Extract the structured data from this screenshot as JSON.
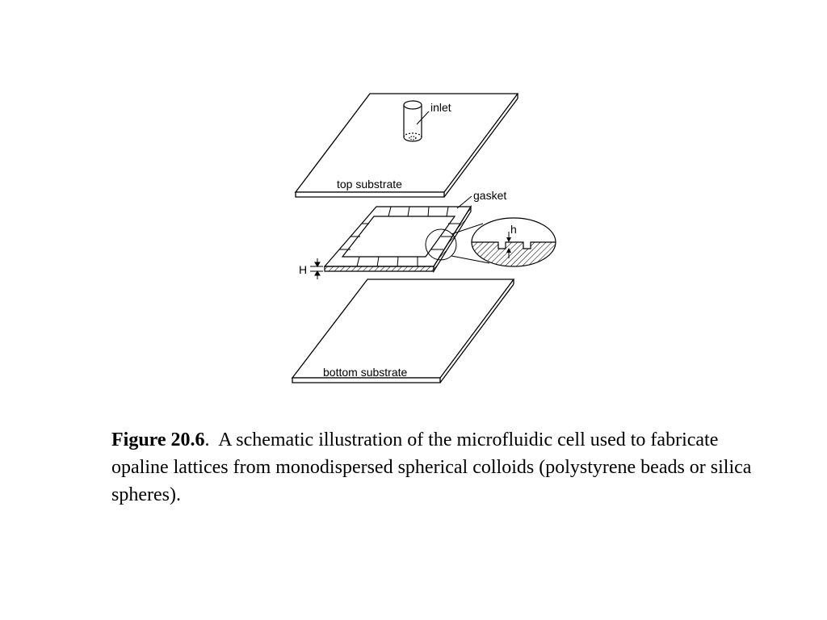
{
  "diagram": {
    "labels": {
      "inlet": "inlet",
      "top_substrate": "top substrate",
      "gasket": "gasket",
      "h_small": "h",
      "H_large": "H",
      "bottom_substrate": "bottom substrate"
    }
  },
  "caption": {
    "figure_label": "Figure 20.6",
    "separator": ".",
    "text": "A schematic illustration of the microfluidic cell used to fabricate opaline lattices from monodispersed spherical colloids (polystyrene beads or silica spheres)."
  },
  "colors": {
    "line": "#000000",
    "background": "#ffffff"
  }
}
